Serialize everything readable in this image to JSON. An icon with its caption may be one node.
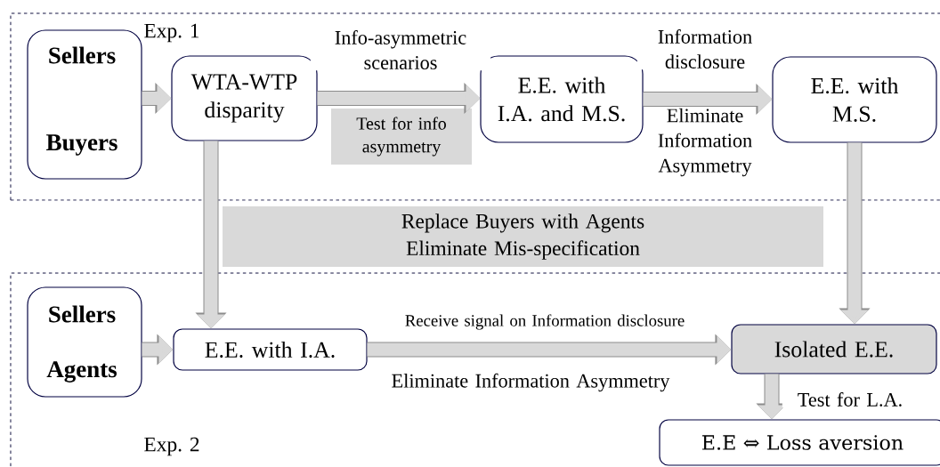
{
  "diagram": {
    "nodes": [
      {
        "text": [
          "Exp. 1"
        ]
      },
      {
        "text": [
          "Sellers",
          "Buyers"
        ],
        "in": 0
      },
      {
        "text": [
          "WTA-WTP disparity"
        ],
        "in": 0
      },
      {
        "text": [
          "E.E. with I.A. and M.S."
        ],
        "in": 0
      },
      {
        "text": [
          "E.E. with M.S."
        ],
        "in": 0
      },
      {
        "text": [
          "Test for info asymmetry"
        ],
        "in": 0
      },
      {
        "text": [
          "Replace Buyers with Agents Eliminate Mis-specification"
        ]
      },
      {
        "text": [
          "Exp. 2"
        ]
      },
      {
        "text": [
          "Sellers",
          "Agents"
        ],
        "in": 7
      },
      {
        "text": [
          "E.E. with I.A."
        ],
        "in": 7
      },
      {
        "text": [
          "Isolated E.E."
        ],
        "in": 7
      },
      {
        "text": [
          "E.E ⇔ Loss aversion"
        ],
        "in": 7
      }
    ],
    "edges": [
      {
        "from": 1,
        "to": 2,
        "arrow": "to"
      },
      {
        "from": 2,
        "to": 3,
        "arrow": "to",
        "label": "Info-asymmetric scenarios"
      },
      {
        "from": 3,
        "to": 4,
        "arrow": "to",
        "label": "Information disclosure"
      },
      {
        "from": 2,
        "to": 9,
        "arrow": "to"
      },
      {
        "from": 4,
        "to": 10,
        "arrow": "to"
      },
      {
        "from": 8,
        "to": 9,
        "arrow": "to"
      },
      {
        "from": 9,
        "to": 10,
        "arrow": "to",
        "label": "Receive signal on Information disclosure"
      },
      {
        "from": 10,
        "to": 11,
        "arrow": "to",
        "label": "Test for L.A."
      }
    ],
    "labels": [
      "Eliminate Information Asymmetry",
      "Eliminate Information Asymmetry"
    ]
  }
}
